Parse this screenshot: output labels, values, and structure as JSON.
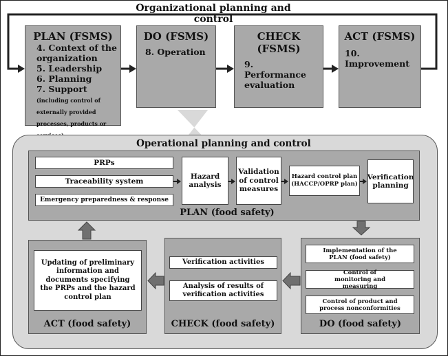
{
  "top": {
    "title": "Organizational planning and control",
    "plan": {
      "head": "PLAN (FSMS)",
      "items": [
        "4. Context of the",
        "organization",
        "5. Leadership",
        "6. Planning",
        "7. Support"
      ],
      "support_note": "(including control of externally provided processes, products or services)"
    },
    "do": {
      "head": "DO (FSMS)",
      "item": "8. Operation"
    },
    "check": {
      "head": "CHECK (FSMS)",
      "item": "9. Performance evaluation"
    },
    "act": {
      "head": "ACT (FSMS)",
      "item": "10. Improvement"
    }
  },
  "operational": {
    "title": "Operational planning and control",
    "plan": {
      "caption": "PLAN (food safety)",
      "prps": "PRPs",
      "traceability": "Traceability system",
      "emergency": "Emergency preparedness & response",
      "hazard": "Hazard analysis",
      "validation": "Validation of control measures",
      "hcp_title": "Hazard control plan",
      "hcp_sub": "(HACCP/OPRP plan)",
      "verification_planning": "Verification planning"
    },
    "do": {
      "caption": "DO (food safety)",
      "items": [
        "Implementation of the PLAN (food safety)",
        "Control of monitoring and measuring",
        "Control of product and process nonconformities"
      ]
    },
    "check": {
      "caption": "CHECK (food safety)",
      "items": [
        "Verification activities",
        "Analysis of results of verification activities"
      ]
    },
    "act": {
      "caption": "ACT (food safety)",
      "text": "Updating of preliminary information and documents specifying the PRPs and the hazard control plan"
    }
  },
  "colors": {
    "box_gray": "#a9a9a9",
    "panel_gray": "#d9d9d9",
    "arrow_gray": "#707070",
    "line": "#222222"
  }
}
